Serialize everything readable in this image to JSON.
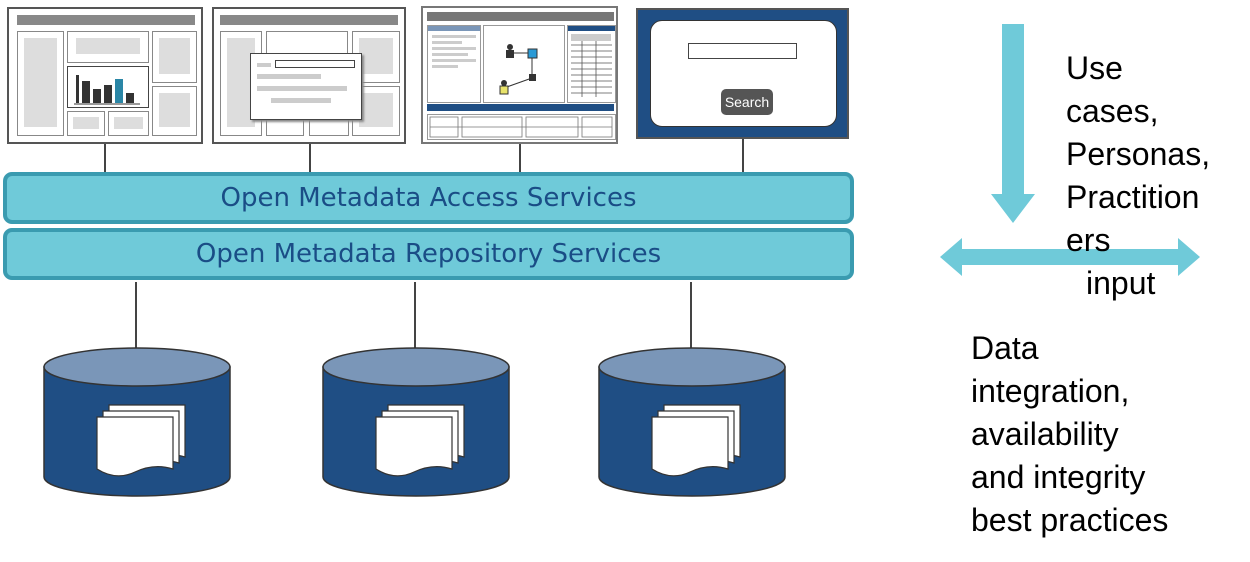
{
  "bands": {
    "access": "Open Metadata Access Services",
    "repository": "Open Metadata Repository Services"
  },
  "search_button": "Search",
  "right_top_text": "Use\ncases,\nPersonas,\nPractition\ners",
  "right_mid_text": "input",
  "right_bottom_text": "Data\nintegration,\navailability\nand integrity\nbest practices",
  "colors": {
    "band_fill": "#6fcad9",
    "band_border": "#3a9bb0",
    "band_text": "#1a4d86",
    "arrow": "#6fcad9",
    "cylinder": "#1f4e84",
    "cylinder_top": "#7a96b8"
  }
}
